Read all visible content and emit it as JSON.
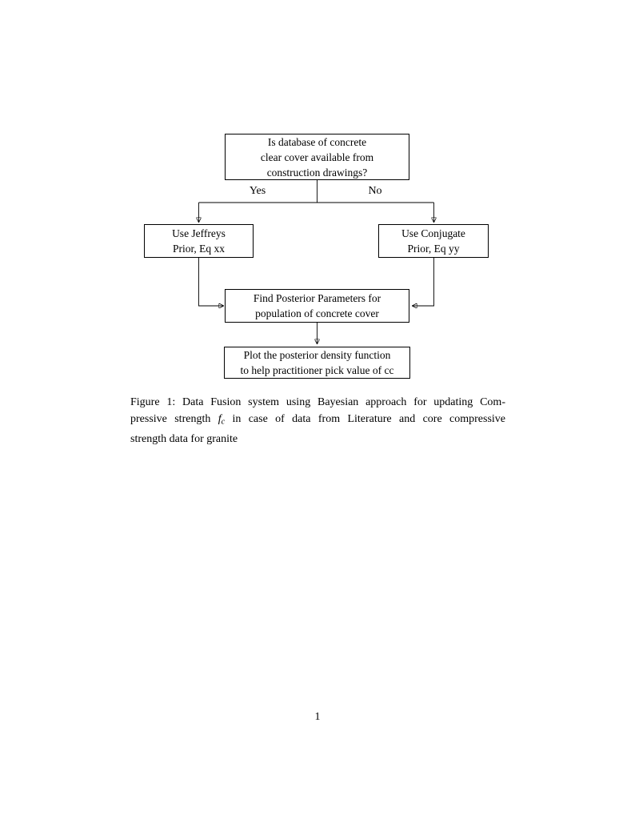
{
  "colors": {
    "ink": "#000000",
    "paper": "#ffffff"
  },
  "flowchart": {
    "question_node": "Is database of concrete\nclear cover available from\nconstruction drawings?",
    "yes_label": "Yes",
    "no_label": "No",
    "jeffreys_node": "Use Jeffreys\nPrior, Eq xx",
    "conjugate_node": "Use Conjugate\nPrior, Eq yy",
    "posterior_node": "Find Posterior Parameters for\npopulation of concrete cover",
    "plot_node": "Plot the posterior density function\nto help practitioner pick value of cc"
  },
  "caption": {
    "line1": "Figure 1: Data Fusion system using Bayesian approach for updating Com-",
    "line2_before_math": "pressive strength ",
    "math_base": "f",
    "math_sub": "c",
    "line2_after_math": " in case of data from Literature and core compressive",
    "line3": "strength data for granite"
  },
  "page": {
    "number": "1"
  }
}
